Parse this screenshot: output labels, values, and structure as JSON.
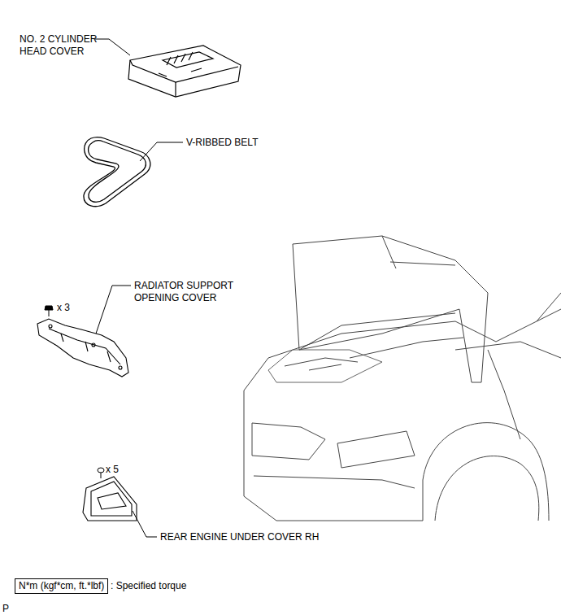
{
  "diagram": {
    "nodes": [
      {
        "text": [
          "N*m (kgf*cm, ft.*lbf)"
        ]
      }
    ],
    "labels": [
      "NO. 2 CYLINDER HEAD COVER",
      "V-RIBBED BELT",
      "RADIATOR SUPPORT OPENING COVER",
      "x 3",
      "x 5",
      "REAR ENGINE UNDER COVER RH",
      ": Specified torque",
      "P"
    ]
  }
}
